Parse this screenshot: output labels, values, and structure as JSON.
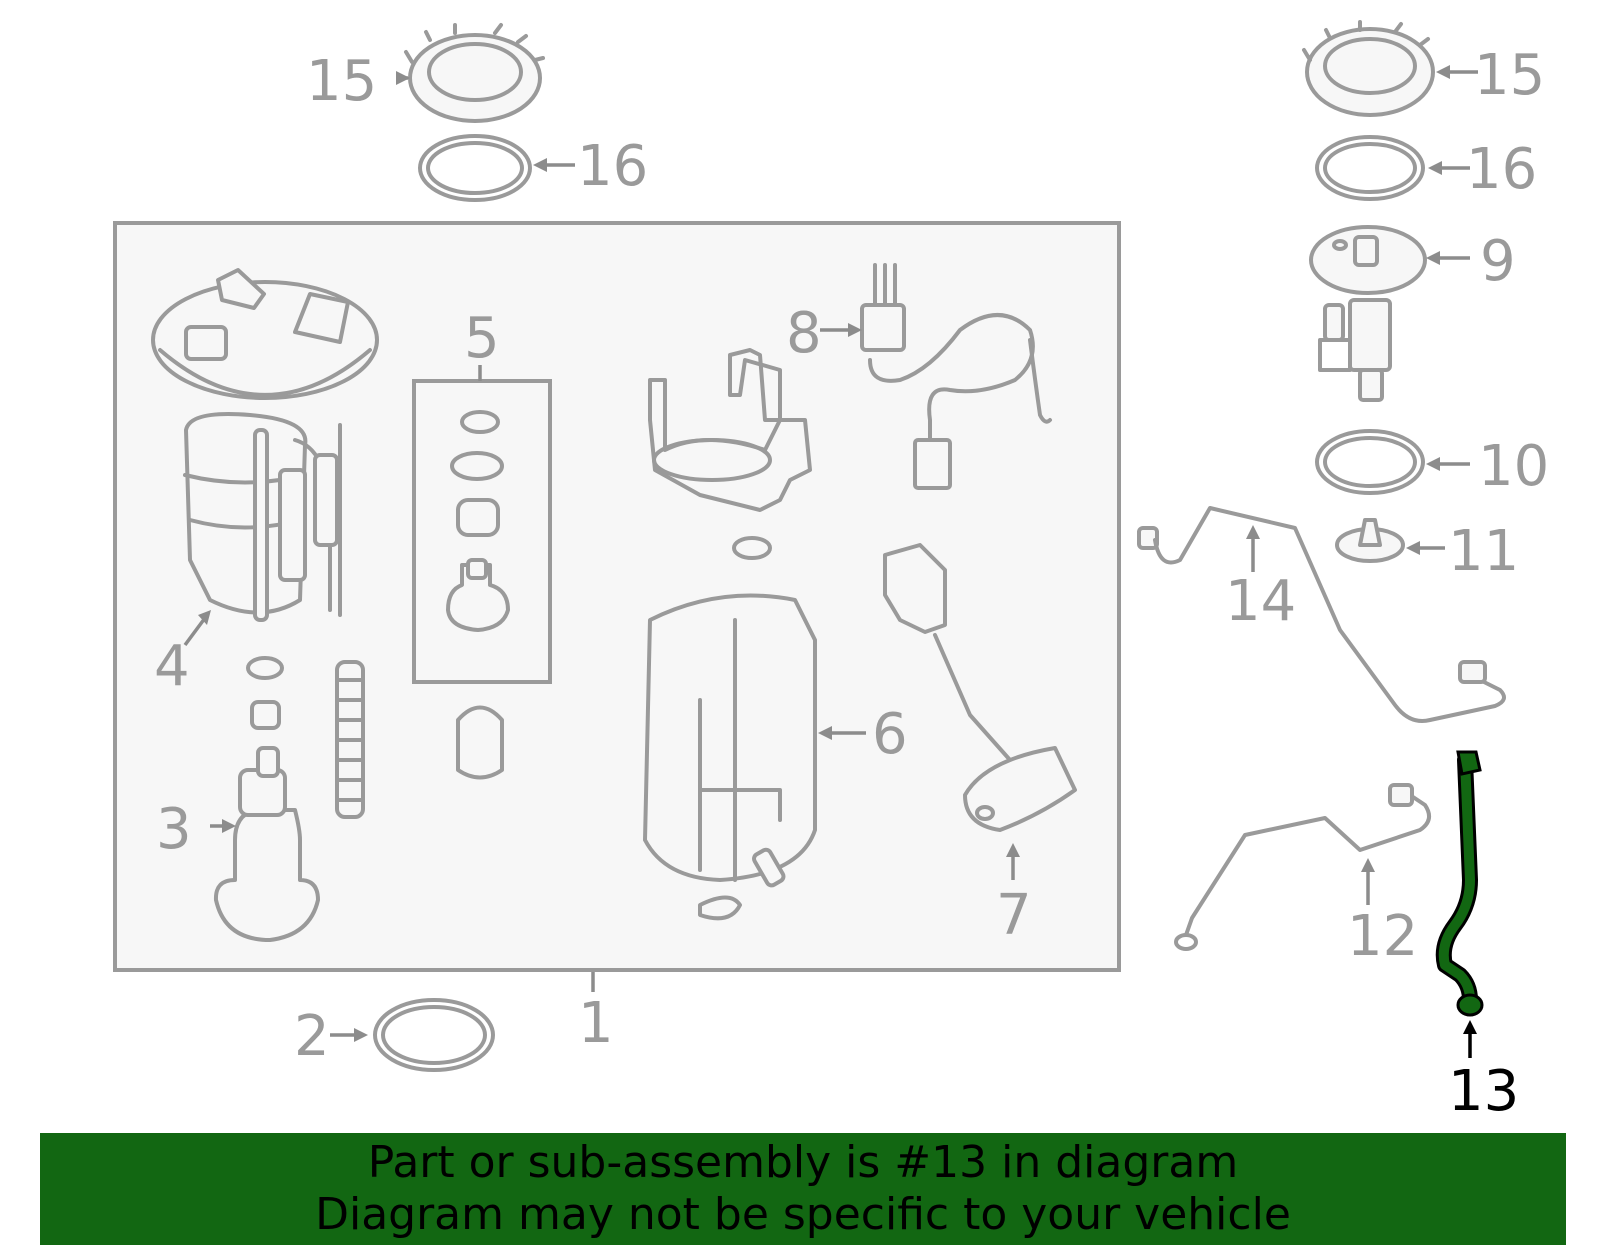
{
  "diagram": {
    "callouts": [
      {
        "id": "1",
        "label": "1"
      },
      {
        "id": "2",
        "label": "2"
      },
      {
        "id": "3",
        "label": "3"
      },
      {
        "id": "4",
        "label": "4"
      },
      {
        "id": "5",
        "label": "5"
      },
      {
        "id": "6",
        "label": "6"
      },
      {
        "id": "7",
        "label": "7"
      },
      {
        "id": "8",
        "label": "8"
      },
      {
        "id": "9",
        "label": "9"
      },
      {
        "id": "10",
        "label": "10"
      },
      {
        "id": "11",
        "label": "11"
      },
      {
        "id": "12",
        "label": "12"
      },
      {
        "id": "13",
        "label": "13",
        "highlighted": true
      },
      {
        "id": "14",
        "label": "14"
      },
      {
        "id": "15-left",
        "label": "15"
      },
      {
        "id": "15-right",
        "label": "15"
      },
      {
        "id": "16-left",
        "label": "16"
      },
      {
        "id": "16-right",
        "label": "16"
      }
    ],
    "colors": {
      "line": "#9a9a9a",
      "highlight_part": "#126712",
      "highlight_label": "#000000",
      "box_fill": "#f7f7f7"
    }
  },
  "banner": {
    "line1": "Part or sub-assembly is #13 in diagram",
    "line2": "Diagram may not be specific to your vehicle",
    "background": "#126712"
  }
}
